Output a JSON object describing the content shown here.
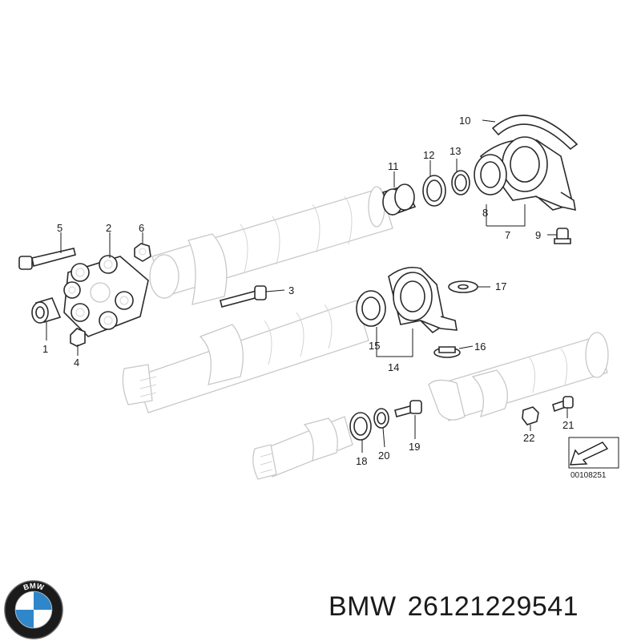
{
  "callouts": [
    "1",
    "2",
    "3",
    "4",
    "5",
    "6",
    "7",
    "8",
    "9",
    "10",
    "11",
    "12",
    "13",
    "14",
    "15",
    "16",
    "17",
    "18",
    "19",
    "20",
    "21",
    "22"
  ],
  "reference_code": "00108251",
  "caption": {
    "brand": "BMW",
    "part_number": "26121229541"
  },
  "logo": {
    "letters": "BMW",
    "colors": {
      "blue": "#2f86c9",
      "white": "#ffffff",
      "ring": "#1b1b1b"
    }
  }
}
